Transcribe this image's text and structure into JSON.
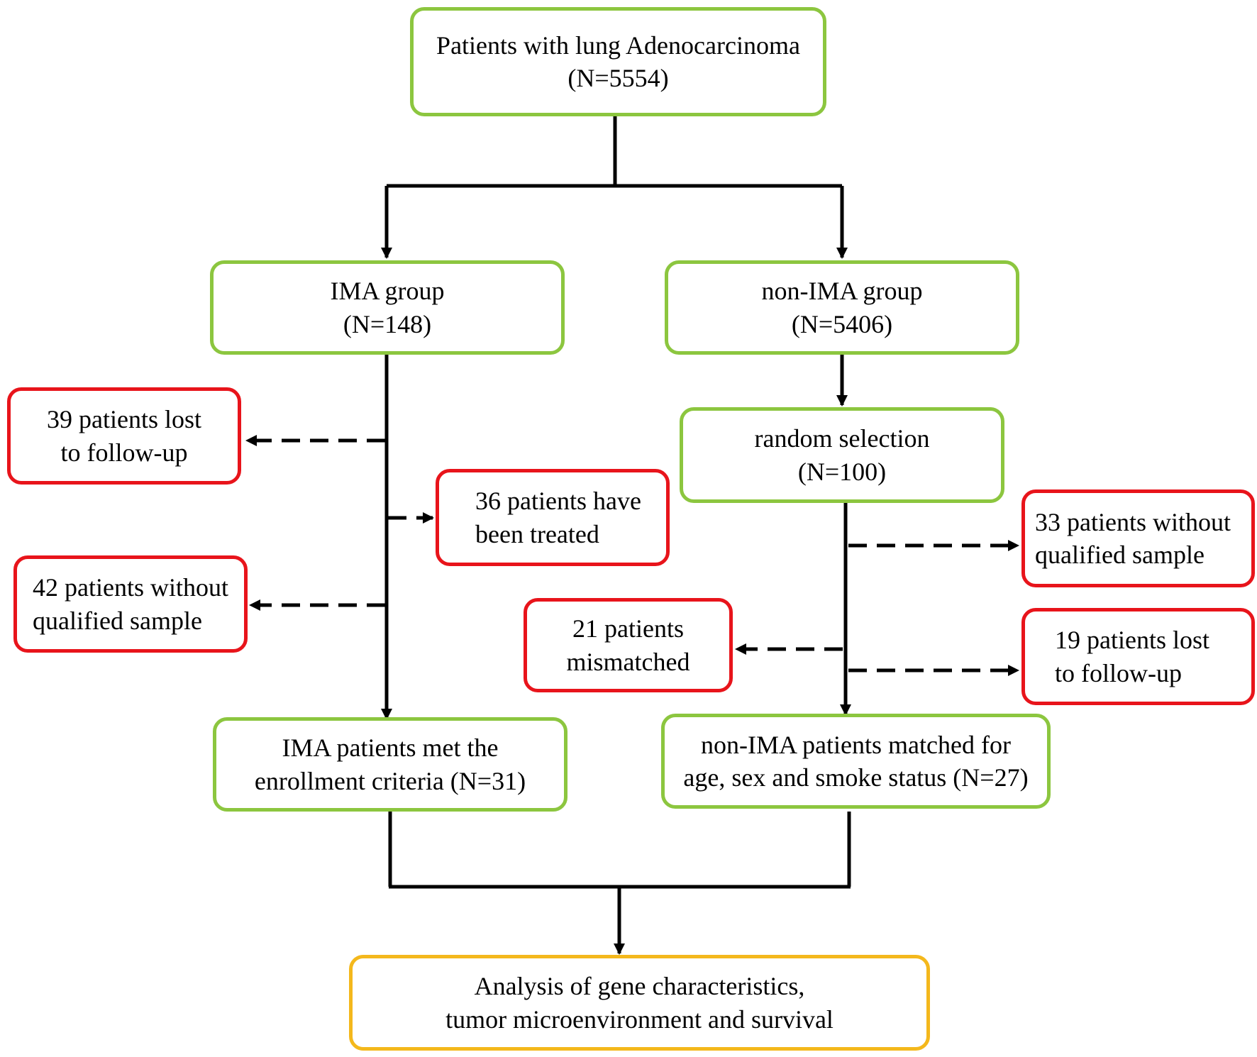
{
  "colors": {
    "main_box_border": "#8cc63f",
    "exclusion_box_border": "#e8141b",
    "outcome_box_border": "#f4b81c",
    "arrow": "#000000"
  },
  "nodes": {
    "all_patients": {
      "lines": [
        "Patients with lung Adenocarcinoma",
        "(N=5554)"
      ]
    },
    "ima_group": {
      "lines": [
        "IMA group",
        "(N=148)"
      ]
    },
    "non_ima_group": {
      "lines": [
        "non-IMA group",
        "(N=5406)"
      ]
    },
    "random_selection": {
      "lines": [
        "random selection",
        "(N=100)"
      ]
    },
    "ima_lost_followup": {
      "lines": [
        "39 patients lost",
        "to follow-up"
      ]
    },
    "ima_treated": {
      "lines": [
        "36 patients have",
        "been treated"
      ]
    },
    "ima_no_sample": {
      "lines": [
        "42 patients without",
        "qualified sample"
      ]
    },
    "non_ima_no_sample": {
      "lines": [
        "33 patients without",
        "qualified sample"
      ]
    },
    "non_ima_mismatched": {
      "lines": [
        "21 patients",
        "mismatched"
      ]
    },
    "non_ima_lost_followup": {
      "lines": [
        "19 patients lost",
        "to follow-up"
      ]
    },
    "ima_enrolled": {
      "lines": [
        "IMA patients met the",
        "enrollment criteria (N=31)"
      ]
    },
    "non_ima_matched": {
      "lines": [
        "non-IMA patients matched for",
        "age, sex and smoke status (N=27)"
      ]
    },
    "analysis": {
      "lines": [
        "Analysis of gene characteristics,",
        "tumor microenvironment and survival"
      ]
    }
  }
}
